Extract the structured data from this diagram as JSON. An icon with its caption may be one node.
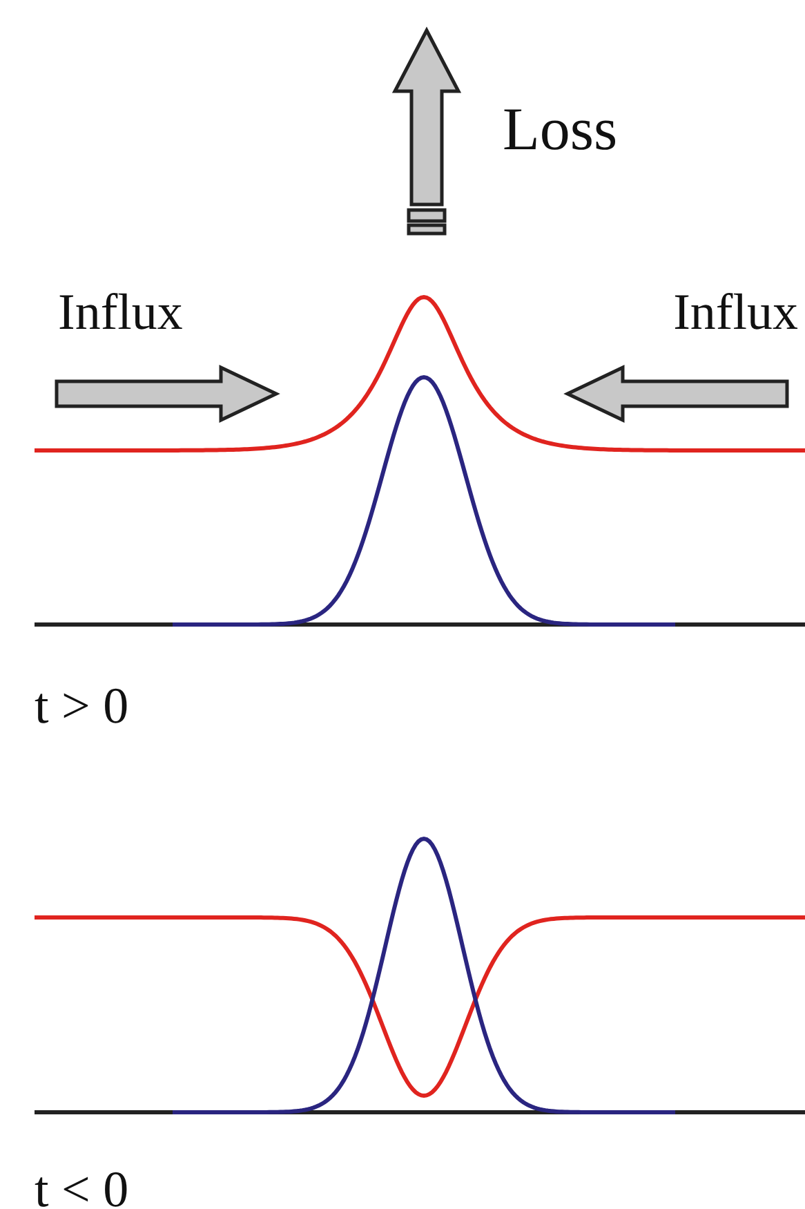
{
  "diagram": {
    "labels": [
      "Loss",
      "Influx",
      "Influx",
      "t > 0",
      "t < 0"
    ]
  }
}
